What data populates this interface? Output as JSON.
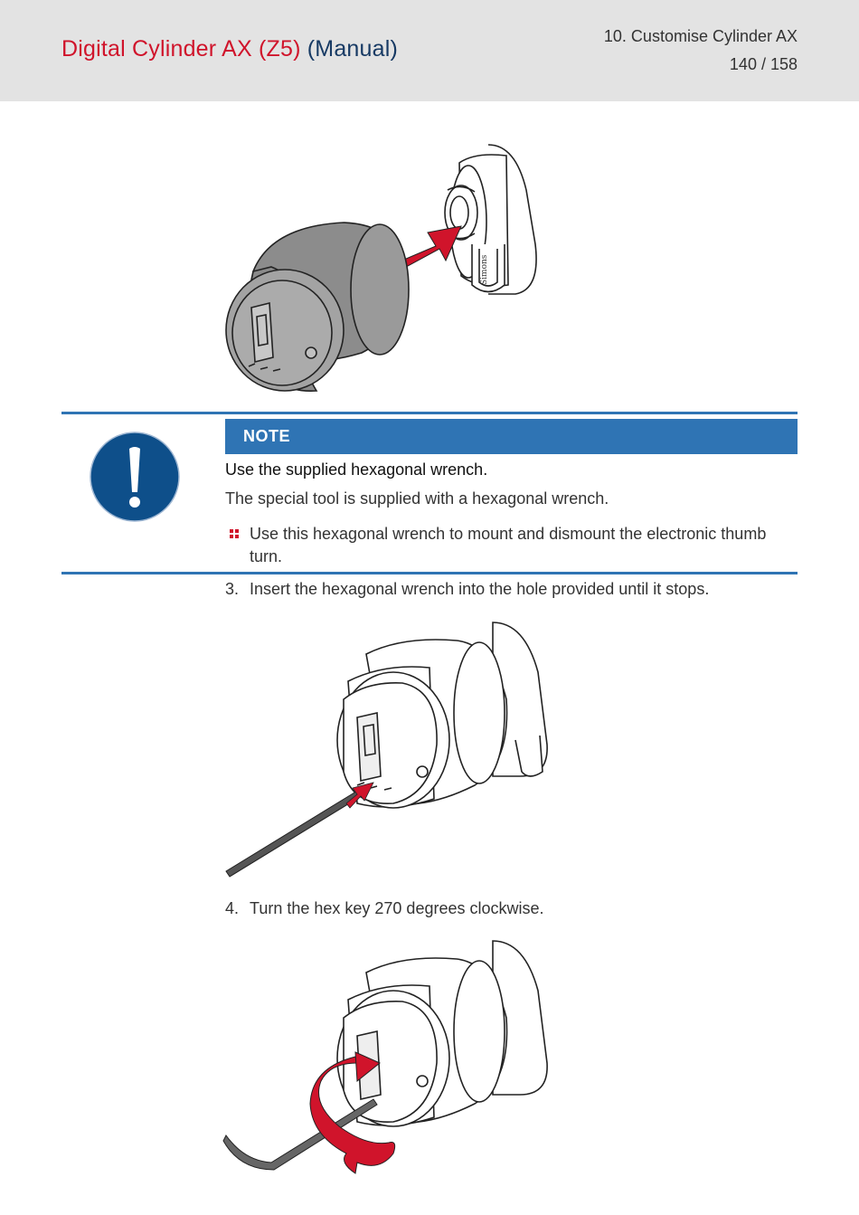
{
  "header": {
    "title_product": "Digital Cylinder AX (Z5)",
    "title_manual": "(Manual)",
    "chapter": "10. Customise Cylinder AX",
    "page": "140 / 158"
  },
  "colors": {
    "brand_red": "#d0142b",
    "brand_navy": "#173a64",
    "note_blue": "#2f74b4",
    "header_gray": "#e3e3e3"
  },
  "figures": {
    "top_cylinder_label": "Simons"
  },
  "note": {
    "label": "NOTE",
    "icon": "exclamation-mandatory-icon",
    "heading": "Use the supplied hexagonal wrench.",
    "text": "The special tool is supplied with a hexagonal wrench.",
    "bullet": "Use this hexagonal wrench to mount and dismount the electronic thumb turn."
  },
  "steps": [
    {
      "number": "3.",
      "text": "Insert the hexagonal wrench into the hole provided until it stops."
    },
    {
      "number": "4.",
      "text": "Turn the hex key 270 degrees clockwise."
    }
  ]
}
